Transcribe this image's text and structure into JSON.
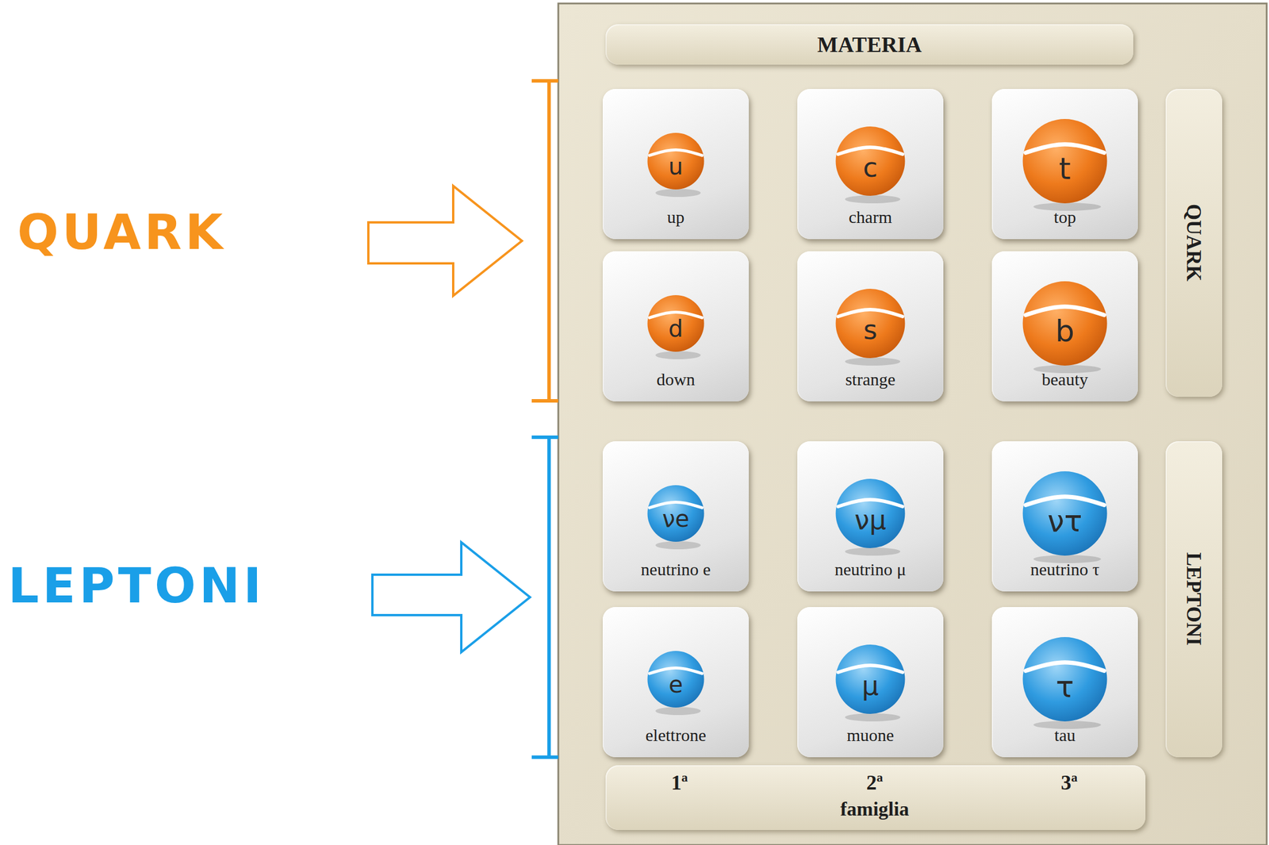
{
  "diagram": {
    "nodes": [
      {
        "text": [
          "MATERIA"
        ]
      },
      {
        "text": [
          "u",
          "up"
        ]
      },
      {
        "text": [
          "c",
          "charm"
        ]
      },
      {
        "text": [
          "t",
          "top"
        ]
      },
      {
        "text": [
          "d",
          "down"
        ]
      },
      {
        "text": [
          "s",
          "strange"
        ]
      },
      {
        "text": [
          "b",
          "beauty"
        ]
      },
      {
        "text": [
          "QUARK"
        ]
      },
      {
        "text": [
          "νe",
          "neutrino e"
        ]
      },
      {
        "text": [
          "νμ",
          "neutrino μ"
        ]
      },
      {
        "text": [
          "ντ",
          "neutrino τ"
        ]
      },
      {
        "text": [
          "e",
          "elettrone"
        ]
      },
      {
        "text": [
          "μ",
          "muone"
        ]
      },
      {
        "text": [
          "τ",
          "tau"
        ]
      },
      {
        "text": [
          "LEPTONI"
        ]
      },
      {
        "text": [
          "1ª",
          "2ª",
          "3ª",
          "famiglia"
        ]
      }
    ],
    "labels": [
      "QUARK",
      "LEPTONI"
    ]
  }
}
